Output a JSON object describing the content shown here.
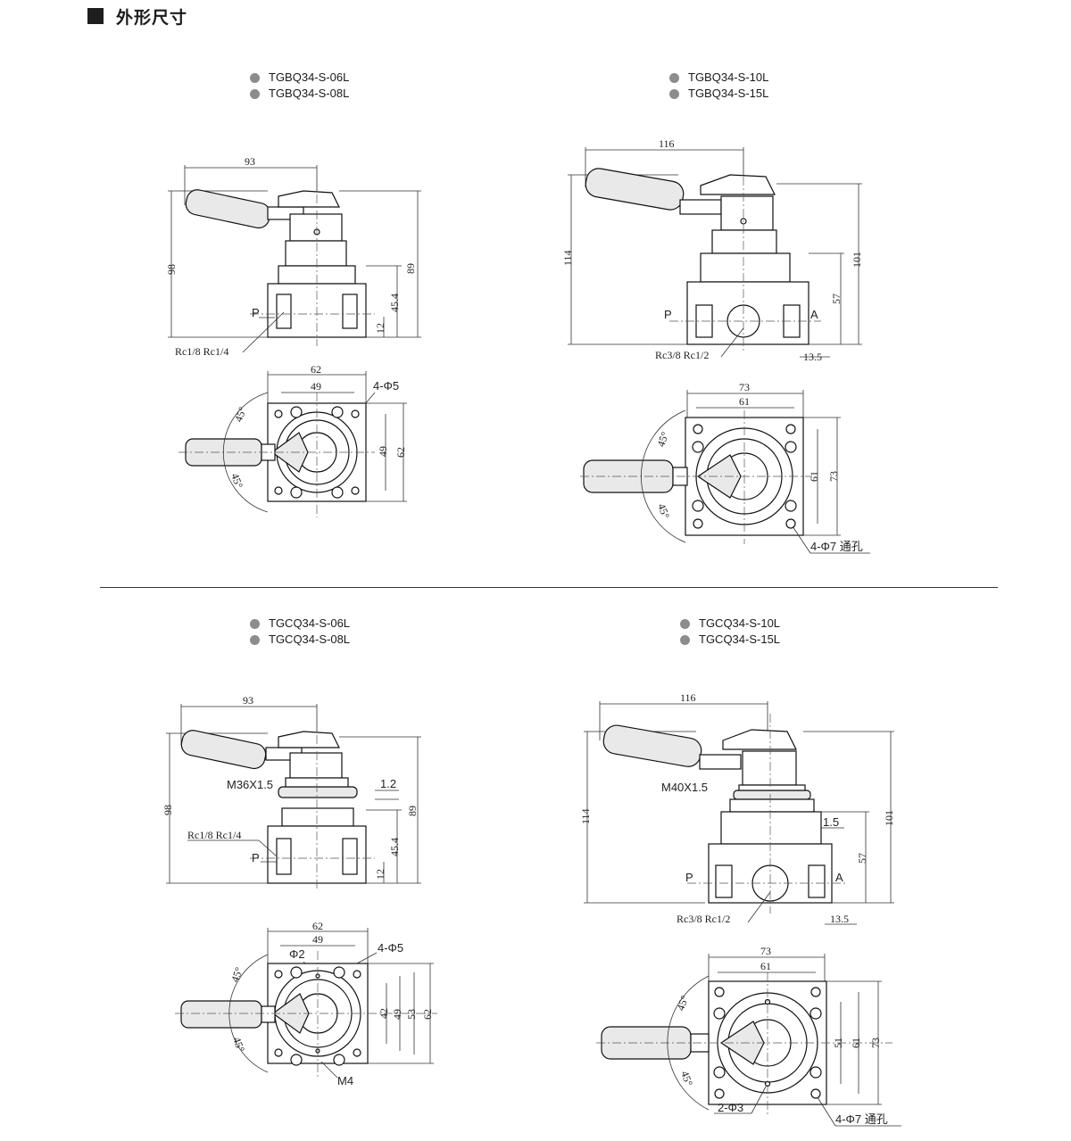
{
  "header": {
    "title": "外形尺寸"
  },
  "panels": [
    {
      "models": [
        "TGBQ34-S-06L",
        "TGBQ34-S-08L"
      ],
      "dims": {
        "width": "93",
        "height": "98",
        "h89": "89",
        "h45": "45.4",
        "h12": "12",
        "port": "Rc1/8 Rc1/4",
        "p": "P",
        "top62": "62",
        "top49": "49",
        "hole": "4-Φ5",
        "v49": "49",
        "v62": "62",
        "ang": "45°"
      }
    },
    {
      "models": [
        "TGBQ34-S-10L",
        "TGBQ34-S-15L"
      ],
      "dims": {
        "width": "116",
        "height": "114",
        "h101": "101",
        "h57": "57",
        "h135": "13.5",
        "port": "Rc3/8 Rc1/2",
        "p": "P",
        "a": "A",
        "top73": "73",
        "top61": "61",
        "v61": "61",
        "v73": "73",
        "ang": "45°",
        "hole": "4-Φ7 通孔"
      }
    },
    {
      "models": [
        "TGCQ34-S-06L",
        "TGCQ34-S-08L"
      ],
      "dims": {
        "width": "93",
        "height": "98",
        "h89": "89",
        "h45": "45.4",
        "h12": "12",
        "thread": "M36X1.5",
        "h12b": "1.2",
        "port": "Rc1/8 Rc1/4",
        "p": "P",
        "top62": "62",
        "top49": "49",
        "hole": "4-Φ5",
        "phi2": "Φ2",
        "v42": "42",
        "v49": "49",
        "v53": "53",
        "v62": "62",
        "ang": "45°",
        "m4": "M4"
      }
    },
    {
      "models": [
        "TGCQ34-S-10L",
        "TGCQ34-S-15L"
      ],
      "dims": {
        "width": "116",
        "height": "114",
        "h101": "101",
        "h57": "57",
        "h15": "1.5",
        "h135": "13.5",
        "thread": "M40X1.5",
        "port": "Rc3/8 Rc1/2",
        "p": "P",
        "a": "A",
        "top73": "73",
        "top61": "61",
        "v51": "51",
        "v61": "61",
        "v73": "73",
        "ang": "45°",
        "phi3": "2-Φ3",
        "hole": "4-Φ7 通孔"
      }
    }
  ]
}
